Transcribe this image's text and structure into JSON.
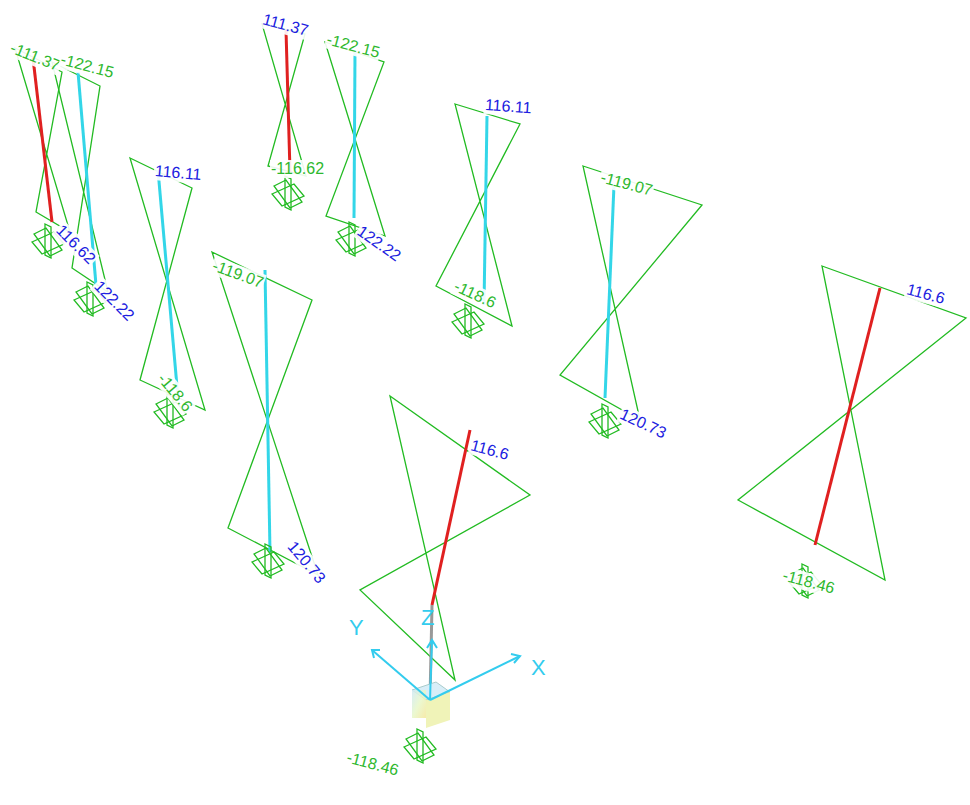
{
  "diagram": {
    "labels": [
      "-111.37",
      "111.37",
      "-122.15",
      "-122.15",
      "116.11",
      "116.11",
      "-119.07",
      "-119.07",
      "116.6",
      "116.6",
      "116.62",
      "-116.62",
      "122.22",
      "122.22",
      "-118.6",
      "-118.6",
      "120.73",
      "120.73",
      "-118.46",
      "-118.46",
      "Y",
      "Z",
      "X"
    ]
  }
}
